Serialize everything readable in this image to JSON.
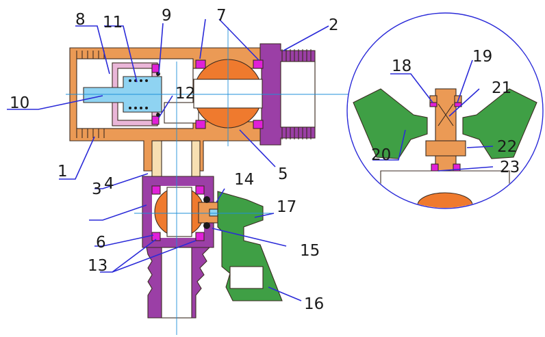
{
  "callouts": {
    "c1": "1",
    "c2": "2",
    "c3": "3",
    "c4": "4",
    "c5": "5",
    "c6": "6",
    "c7": "7",
    "c8": "8",
    "c9": "9",
    "c10": "10",
    "c11": "11",
    "c12": "12",
    "c13": "13",
    "c14": "14",
    "c15": "15",
    "c16": "16",
    "c17": "17",
    "c18": "18",
    "c19": "19",
    "c20": "20",
    "c21": "21",
    "c22": "22",
    "c23": "23"
  },
  "colors": {
    "body_brass": "#eb9a55",
    "ball_orange": "#ef7a2e",
    "nut_purple": "#9b3fa6",
    "seal_magenta": "#e020d8",
    "insert_cream": "#f7dfb2",
    "handle_green": "#3f9f45",
    "filter_blue": "#8fd3f2",
    "spring_cage_pink": "#eab6d8",
    "leader_blue": "#2a2ad8",
    "centerline_blue": "#1e8fd8"
  }
}
